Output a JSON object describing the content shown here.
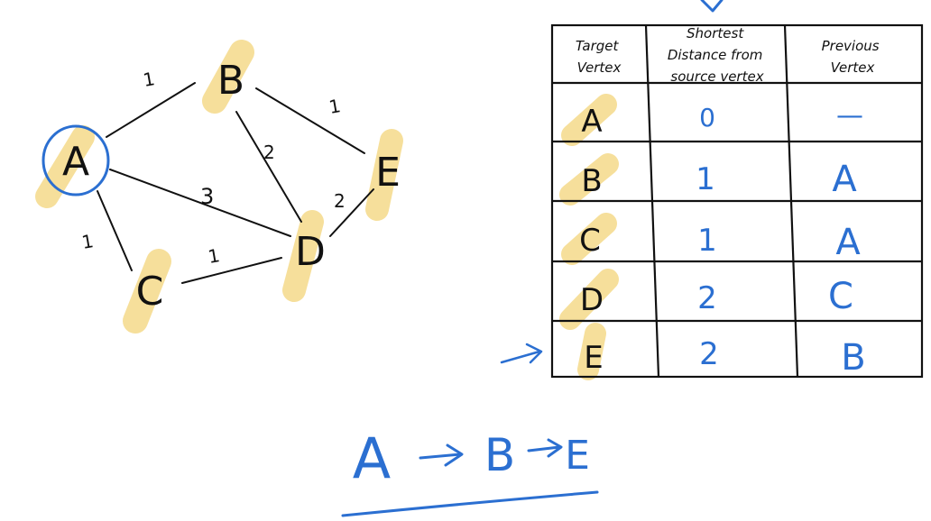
{
  "colors": {
    "ink": "#111111",
    "blue_pen": "#2b6fd1",
    "highlight": "#f5d98a"
  },
  "graph": {
    "nodes": [
      {
        "id": "A",
        "label": "A"
      },
      {
        "id": "B",
        "label": "B"
      },
      {
        "id": "C",
        "label": "C"
      },
      {
        "id": "D",
        "label": "D"
      },
      {
        "id": "E",
        "label": "E"
      }
    ],
    "edges": [
      {
        "from": "A",
        "to": "B",
        "weight": "1"
      },
      {
        "from": "A",
        "to": "C",
        "weight": "1"
      },
      {
        "from": "A",
        "to": "D",
        "weight": "3"
      },
      {
        "from": "B",
        "to": "D",
        "weight": "2"
      },
      {
        "from": "B",
        "to": "E",
        "weight": "1"
      },
      {
        "from": "C",
        "to": "D",
        "weight": "1"
      },
      {
        "from": "D",
        "to": "E",
        "weight": "2"
      }
    ],
    "source_node": "A"
  },
  "table": {
    "headers": [
      "Target Vertex",
      "Shortest Distance from source vertex",
      "Previous Vertex"
    ],
    "header_lines": [
      [
        "Target",
        "Vertex"
      ],
      [
        "Shortest",
        "Distance from",
        "source vertex"
      ],
      [
        "Previous",
        "Vertex"
      ]
    ],
    "rows": [
      {
        "vertex": "A",
        "distance": "0",
        "previous": "—"
      },
      {
        "vertex": "B",
        "distance": "1",
        "previous": "A"
      },
      {
        "vertex": "C",
        "distance": "1",
        "previous": "A"
      },
      {
        "vertex": "D",
        "distance": "2",
        "previous": "C"
      },
      {
        "vertex": "E",
        "distance": "2",
        "previous": "B"
      }
    ],
    "pointer_row": "E"
  },
  "path": {
    "nodes": [
      "A",
      "B",
      "E"
    ]
  }
}
